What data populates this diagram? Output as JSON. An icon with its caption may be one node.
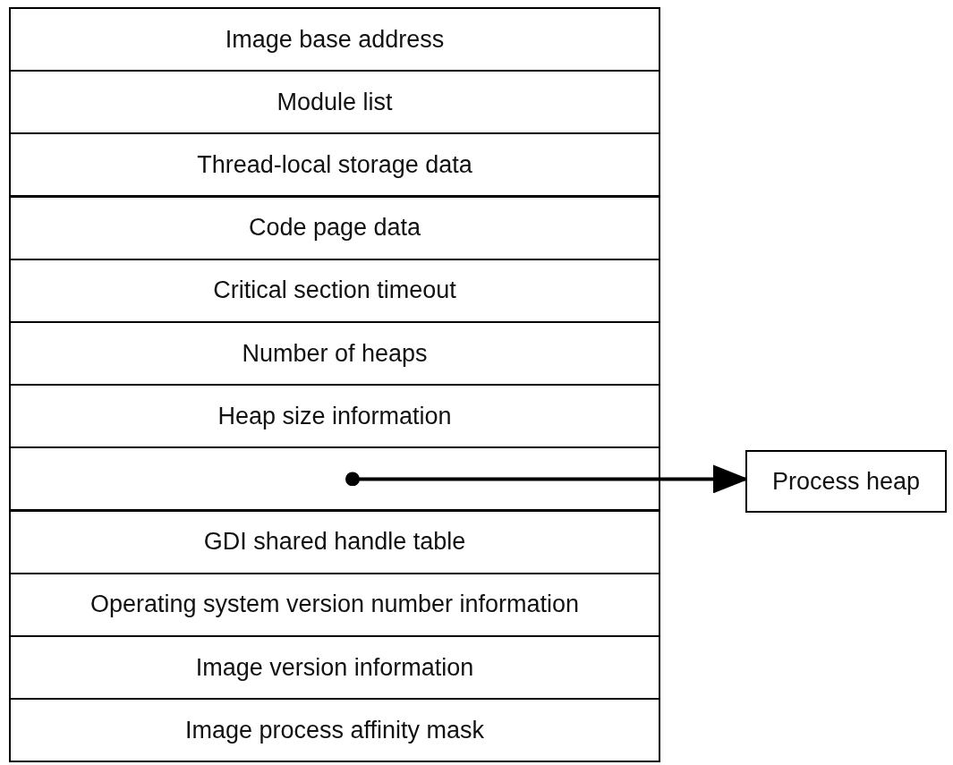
{
  "diagram": {
    "nodes": [
      {
        "text": [
          "Image base address"
        ]
      },
      {
        "text": [
          "Module list"
        ]
      },
      {
        "text": [
          "Thread-local storage data"
        ]
      },
      {
        "text": [
          "Code page data"
        ]
      },
      {
        "text": [
          "Critical section timeout"
        ]
      },
      {
        "text": [
          "Number of heaps"
        ]
      },
      {
        "text": [
          "Heap size information"
        ]
      },
      {
        "text": [],
        "shape": "box"
      },
      {
        "text": [
          "GDI shared handle table"
        ]
      },
      {
        "text": [
          "Operating system version number information"
        ]
      },
      {
        "text": [
          "Image version information"
        ]
      },
      {
        "text": [
          "Image process affinity mask"
        ]
      },
      {
        "text": [
          "Process heap"
        ]
      }
    ],
    "edges": [
      {
        "from": 7,
        "to": 12,
        "arrow": "to"
      }
    ]
  }
}
